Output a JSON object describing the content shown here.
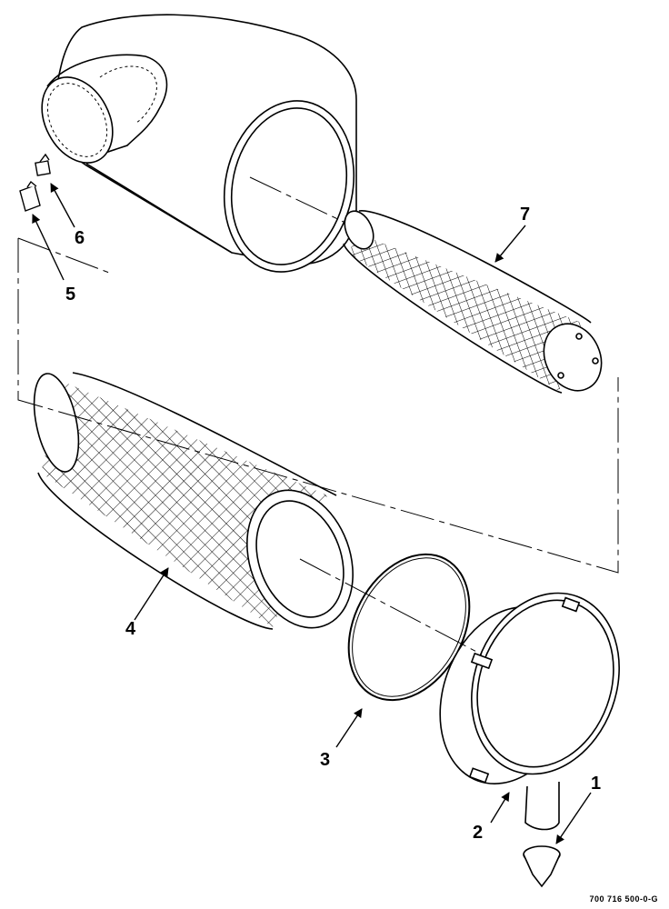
{
  "callouts": {
    "c1": "1",
    "c2": "2",
    "c3": "3",
    "c4": "4",
    "c5": "5",
    "c6": "6",
    "c7": "7"
  },
  "figure_id": "700 716 500-0-G",
  "colors": {
    "line": "#000000",
    "paper": "#ffffff"
  }
}
